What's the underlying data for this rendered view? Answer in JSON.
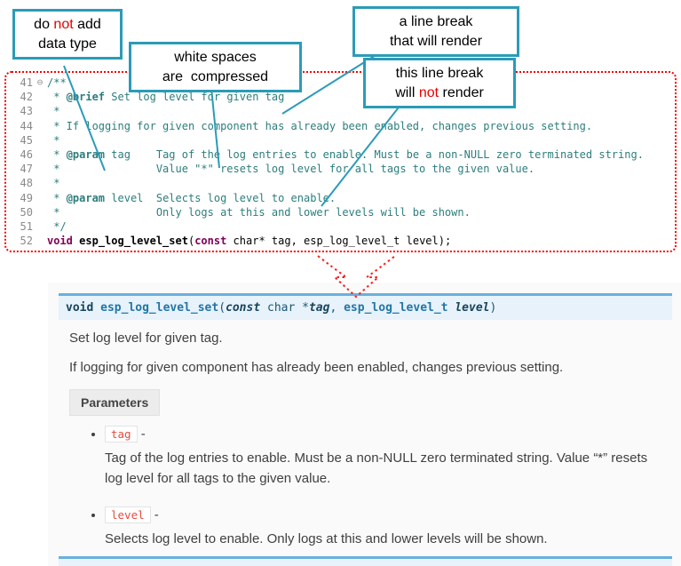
{
  "colors": {
    "accent_teal": "#2b9bb8",
    "alert_red": "#ff0000",
    "code_comment": "#2d7d7d",
    "code_keyword": "#7f0055",
    "sig_bg": "#e7f2fa",
    "sig_border": "#6ab0de",
    "chip_red": "#e74c3c",
    "panel_bg": "#fafafa"
  },
  "callouts": [
    {
      "id": "no-datatype",
      "parts": [
        [
          "plain",
          "do "
        ],
        [
          "red",
          "not"
        ],
        [
          "plain",
          " add\ndata type"
        ]
      ]
    },
    {
      "id": "whitespace",
      "parts": [
        [
          "plain",
          "white spaces\nare  compressed"
        ]
      ]
    },
    {
      "id": "break-render",
      "parts": [
        [
          "plain",
          "a line break\nthat will render"
        ]
      ]
    },
    {
      "id": "break-no-render",
      "parts": [
        [
          "plain",
          "this line break\nwill "
        ],
        [
          "red",
          "not"
        ],
        [
          "plain",
          " render"
        ]
      ]
    }
  ],
  "code": {
    "lines": [
      {
        "num": "41",
        "fold": "⊖",
        "parts": [
          [
            "cmt",
            "/**"
          ]
        ]
      },
      {
        "num": "42",
        "parts": [
          [
            "cmt",
            " * "
          ],
          [
            "tag",
            "@brief"
          ],
          [
            "cmt",
            " Set log level for given tag"
          ]
        ]
      },
      {
        "num": "43",
        "parts": [
          [
            "cmt",
            " *"
          ]
        ]
      },
      {
        "num": "44",
        "parts": [
          [
            "cmt",
            " * If logging for given component has already been enabled, changes previous setting."
          ]
        ]
      },
      {
        "num": "45",
        "parts": [
          [
            "cmt",
            " *"
          ]
        ]
      },
      {
        "num": "46",
        "parts": [
          [
            "cmt",
            " * "
          ],
          [
            "tag",
            "@param"
          ],
          [
            "cmt",
            " tag    Tag of the log entries to enable. Must be a non-NULL zero terminated string."
          ]
        ]
      },
      {
        "num": "47",
        "parts": [
          [
            "cmt",
            " *               Value \"*\" resets log level for all tags to the given value."
          ]
        ]
      },
      {
        "num": "48",
        "parts": [
          [
            "cmt",
            " *"
          ]
        ]
      },
      {
        "num": "49",
        "parts": [
          [
            "cmt",
            " * "
          ],
          [
            "tag",
            "@param"
          ],
          [
            "cmt",
            " level  Selects log level to enable."
          ]
        ]
      },
      {
        "num": "50",
        "parts": [
          [
            "cmt",
            " *               Only logs at this and lower levels will be shown."
          ]
        ]
      },
      {
        "num": "51",
        "parts": [
          [
            "cmt",
            " */"
          ]
        ]
      },
      {
        "num": "52",
        "parts": [
          [
            "kw",
            "void"
          ],
          [
            "pln",
            " "
          ],
          [
            "fn",
            "esp_log_level_set"
          ],
          [
            "pln",
            "("
          ],
          [
            "kw",
            "const"
          ],
          [
            "pln",
            " char* tag, esp_log_level_t level);"
          ]
        ]
      }
    ]
  },
  "docs": {
    "signature": {
      "parts": [
        [
          "sigkw",
          "void"
        ],
        [
          "sigpln",
          " "
        ],
        [
          "signame",
          "esp_log_level_set"
        ],
        [
          "sigpln",
          "("
        ],
        [
          "sigkwi",
          "const"
        ],
        [
          "sigpln",
          "  char *"
        ],
        [
          "sigarg",
          "tag"
        ],
        [
          "sigpln",
          ", "
        ],
        [
          "sigtype",
          "esp_log_level_t"
        ],
        [
          "sigpln",
          " "
        ],
        [
          "sigarg",
          "level"
        ],
        [
          "sigpln",
          ")"
        ]
      ]
    },
    "brief": "Set log level for given tag.",
    "detail": "If logging for given component has already been enabled, changes previous setting.",
    "params_label": "Parameters",
    "params": [
      {
        "name": "tag",
        "sep": "-",
        "desc": "Tag of the log entries to enable. Must be a non-NULL zero terminated string. Value “*” resets log level for all tags to the given value."
      },
      {
        "name": "level",
        "sep": "-",
        "desc": "Selects log level to enable. Only logs at this and lower levels will be shown."
      }
    ]
  }
}
